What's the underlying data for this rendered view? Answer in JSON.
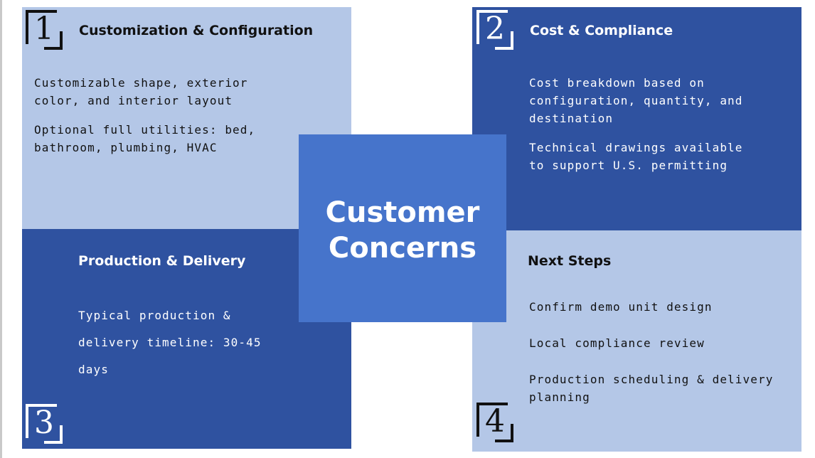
{
  "center": {
    "title": "Customer\nConcerns"
  },
  "sections": {
    "s1": {
      "number": "1",
      "heading": "Customization & Configuration",
      "items": [
        "Customizable shape, exterior color, and interior layout",
        "Optional full utilities: bed, bathroom, plumbing, HVAC"
      ]
    },
    "s2": {
      "number": "2",
      "heading": "Cost & Compliance",
      "items": [
        "Cost breakdown based on configuration, quantity, and destination",
        "Technical drawings available to support U.S. permitting"
      ]
    },
    "s3": {
      "number": "3",
      "heading": "Production & Delivery",
      "items": [
        "Typical production & delivery timeline: 30-45 days"
      ]
    },
    "s4": {
      "number": "4",
      "heading": "Next Steps",
      "items": [
        "Confirm demo unit design",
        "Local compliance review",
        "Production scheduling & delivery planning"
      ]
    }
  },
  "colors": {
    "light_panel": "#b4c7e7",
    "dark_panel": "#2f52a0",
    "center_panel": "#4674cb"
  }
}
